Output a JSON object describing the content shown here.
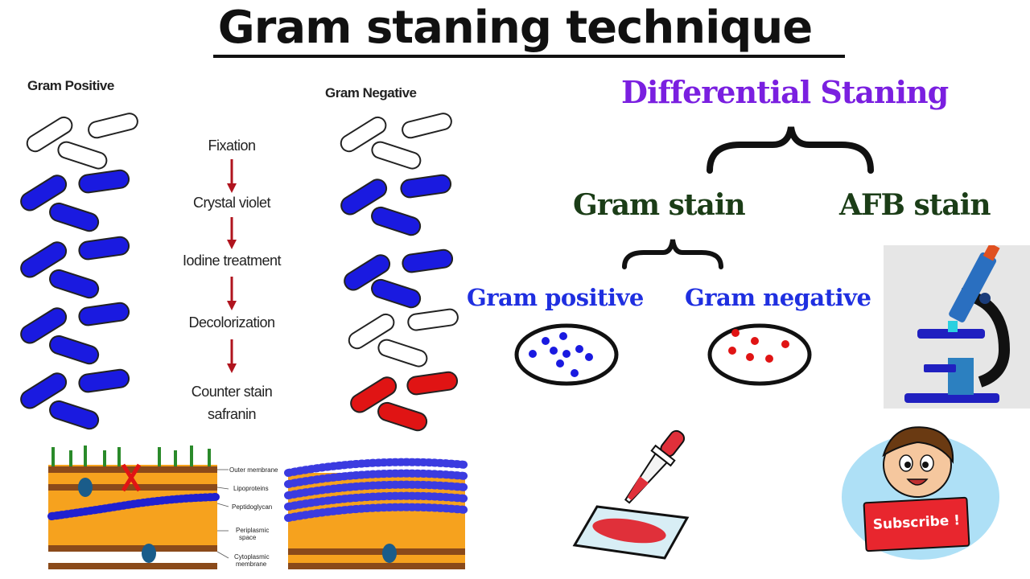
{
  "title": "Gram staning technique",
  "left_diagram": {
    "gram_positive_label": "Gram Positive",
    "gram_negative_label": "Gram Negative",
    "steps": [
      "Fixation",
      "Crystal violet",
      "Iodine treatment",
      "Decolorization",
      "Counter stain",
      "safranin"
    ]
  },
  "hierarchy": {
    "root": "Differential Staning",
    "children": [
      "Gram stain",
      "AFB stain"
    ],
    "gram_children": [
      "Gram positive",
      "Gram negative"
    ]
  },
  "cell_wall": {
    "labels": [
      "Outer membrane",
      "Lipoproteins",
      "Peptidoglycan",
      "Periplasmic",
      "space",
      "Cytoplasmic",
      "membrane"
    ]
  },
  "subscribe_label": "Subscribe !",
  "colors": {
    "gram_positive_fill": "#1a1ae0",
    "gram_negative_fill": "#e01414",
    "arrow": "#b0141e",
    "title_purple": "#7a1fe0",
    "label_green": "#1b3d17",
    "label_blue": "#1f2fe0"
  },
  "icons": [
    "microscope-icon",
    "dropper-slide-icon",
    "cartoon-boy-icon",
    "brace-icon"
  ]
}
